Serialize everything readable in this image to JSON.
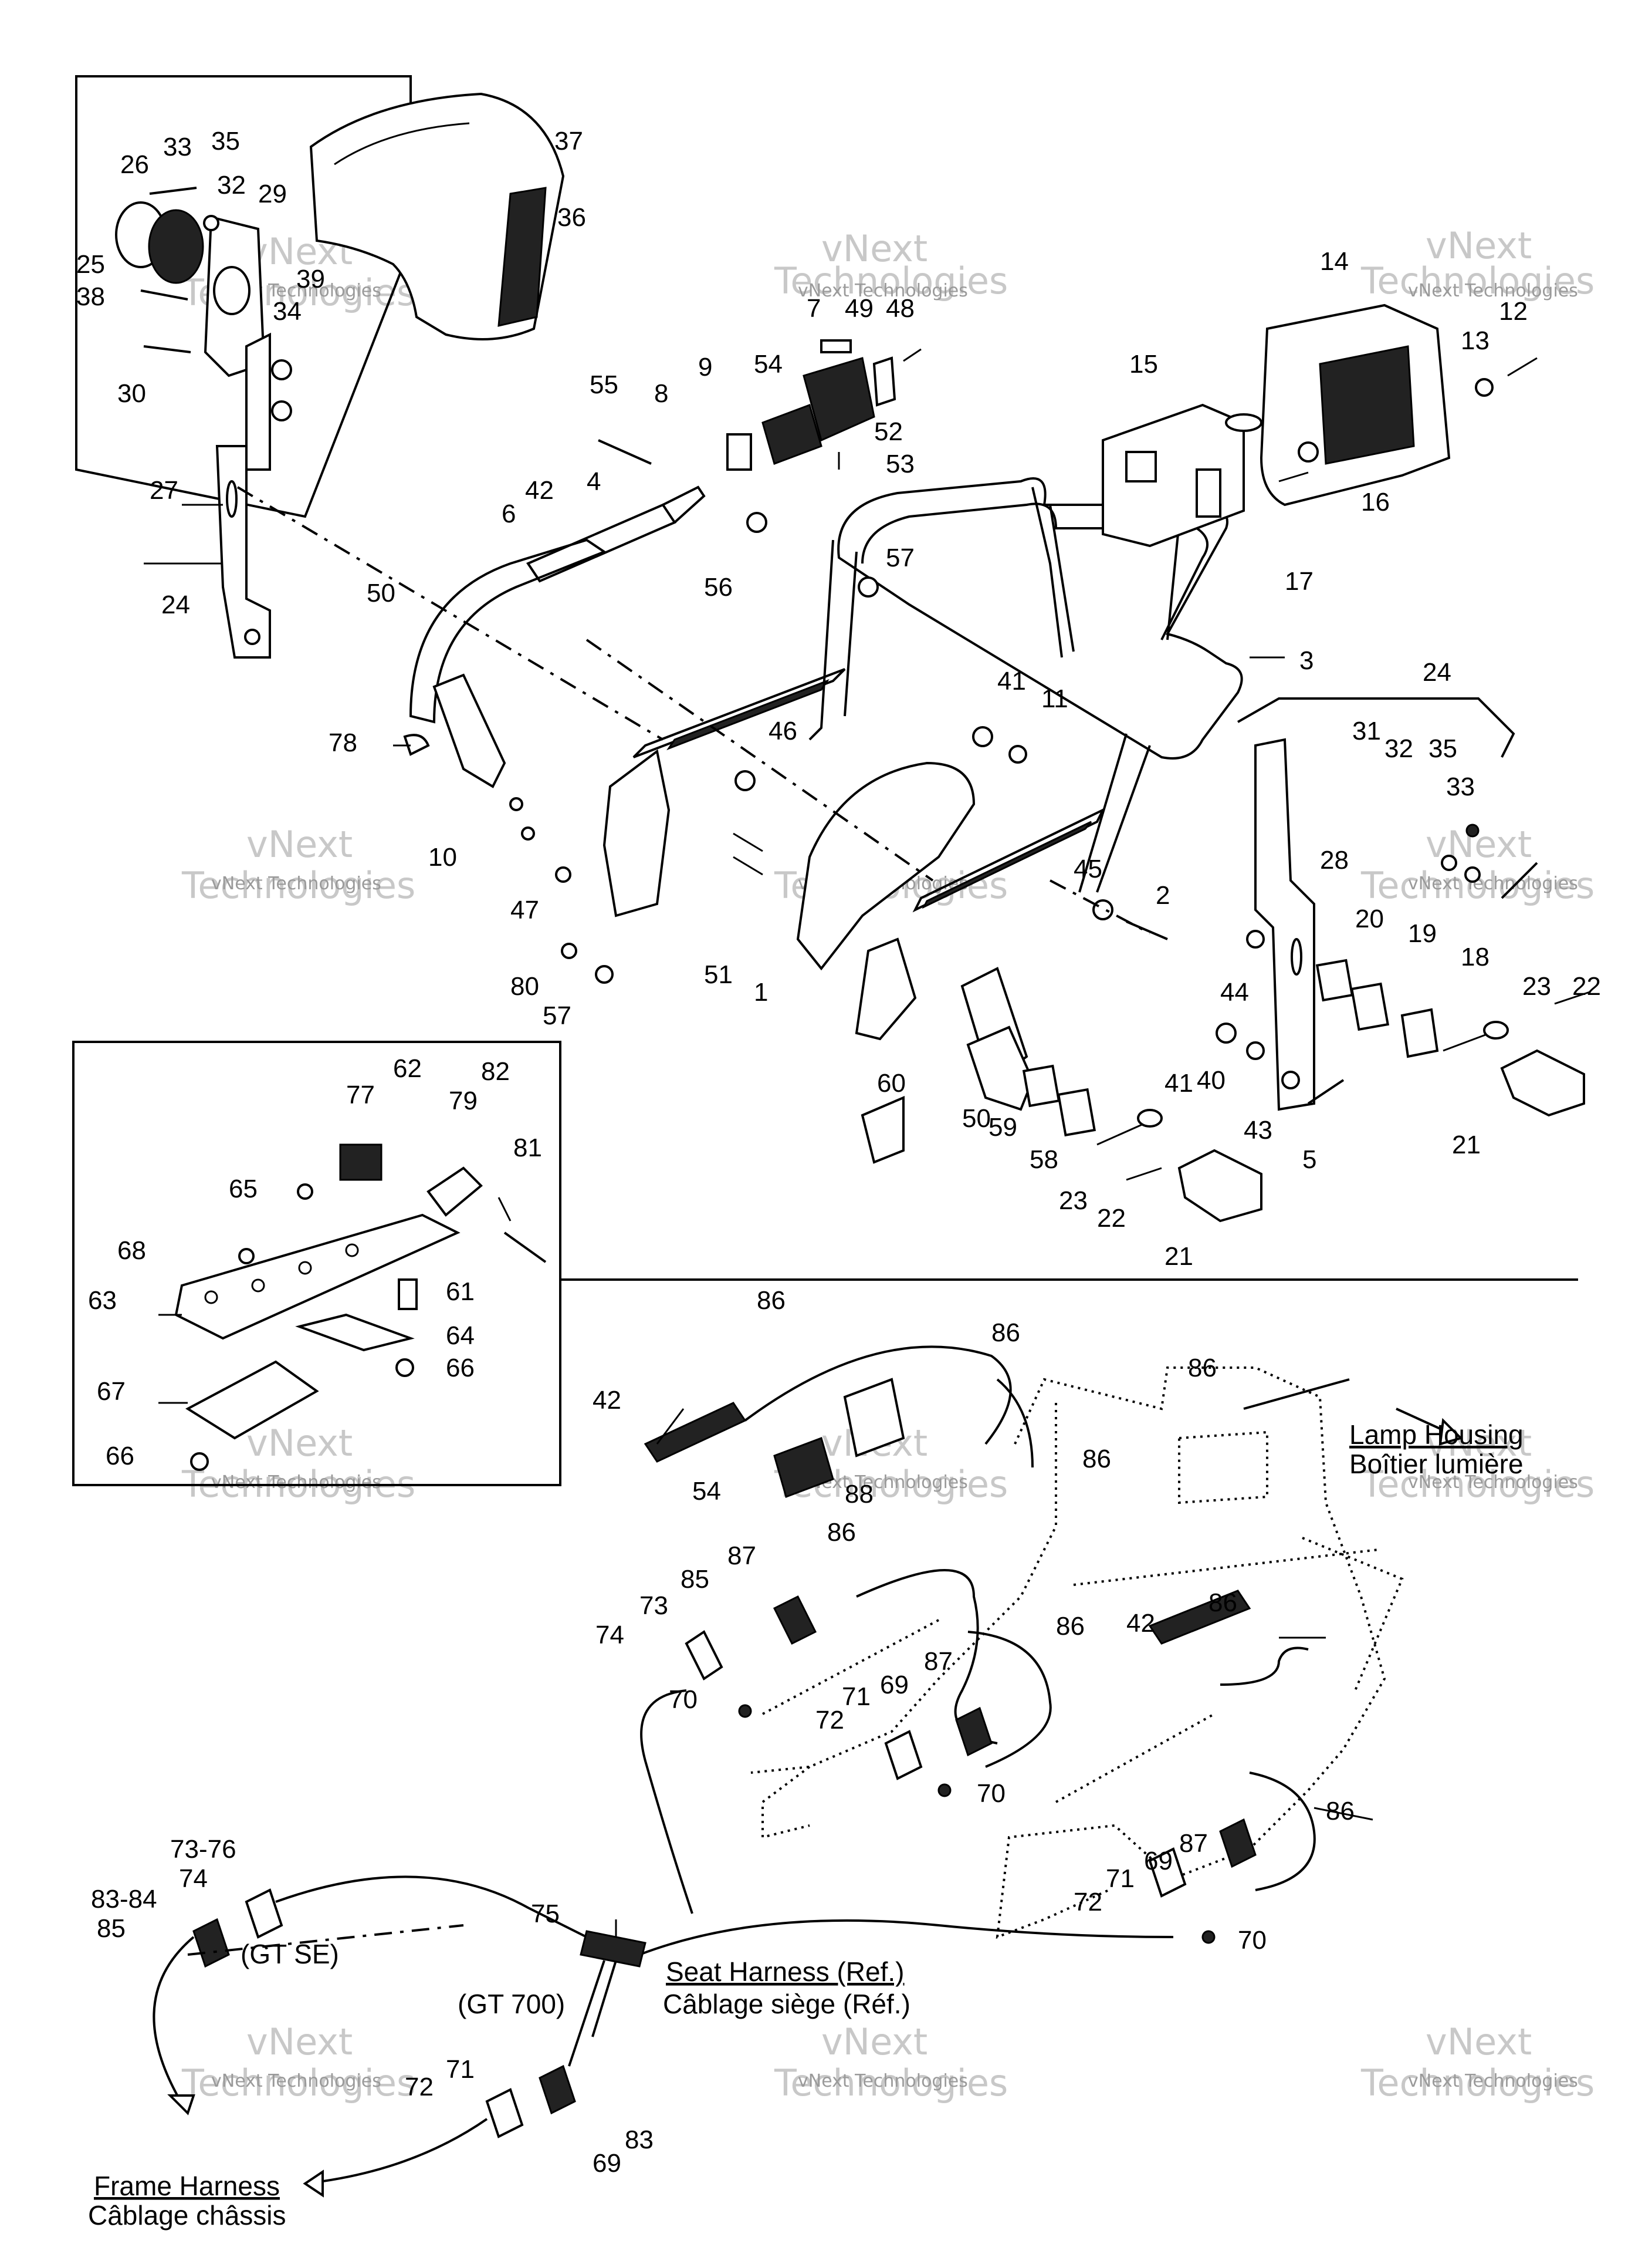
{
  "callouts_top": [
    "33",
    "35",
    "26",
    "32",
    "29",
    "37",
    "36",
    "25",
    "39",
    "38",
    "34",
    "30",
    "27",
    "24",
    "7",
    "49",
    "48",
    "54",
    "9",
    "8",
    "52",
    "53",
    "55",
    "42",
    "4",
    "6",
    "50",
    "56",
    "57",
    "14",
    "12",
    "13",
    "15",
    "16",
    "17",
    "3",
    "41",
    "11",
    "46",
    "78",
    "10",
    "47",
    "80",
    "51",
    "1",
    "45",
    "2",
    "31",
    "28",
    "44",
    "20",
    "19",
    "18",
    "23",
    "22",
    "21",
    "40",
    "43",
    "5",
    "60",
    "59",
    "58"
  ],
  "callouts_inset": [
    "62",
    "82",
    "77",
    "79",
    "65",
    "81",
    "68",
    "61",
    "63",
    "64",
    "66",
    "67"
  ],
  "callouts_harness": [
    "86",
    "42",
    "54",
    "88",
    "85",
    "87",
    "73",
    "74",
    "70",
    "72",
    "71",
    "69",
    "73-76",
    "83-84",
    "75",
    "83"
  ],
  "labels": {
    "lamp_housing_en": "Lamp Housing",
    "lamp_housing_fr": "Boîtier lumière",
    "gt_se": "(GT SE)",
    "gt_700": "(GT 700)",
    "seat_harness_en": "Seat Harness (Ref.)",
    "seat_harness_fr": "Câblage siège (Réf.)",
    "frame_harness_en": "Frame Harness",
    "frame_harness_fr": "Câblage châssis"
  },
  "watermark": {
    "brand_small": "vNext Technologies",
    "brand_line1": "vNext",
    "brand_line2": "Technologies"
  }
}
